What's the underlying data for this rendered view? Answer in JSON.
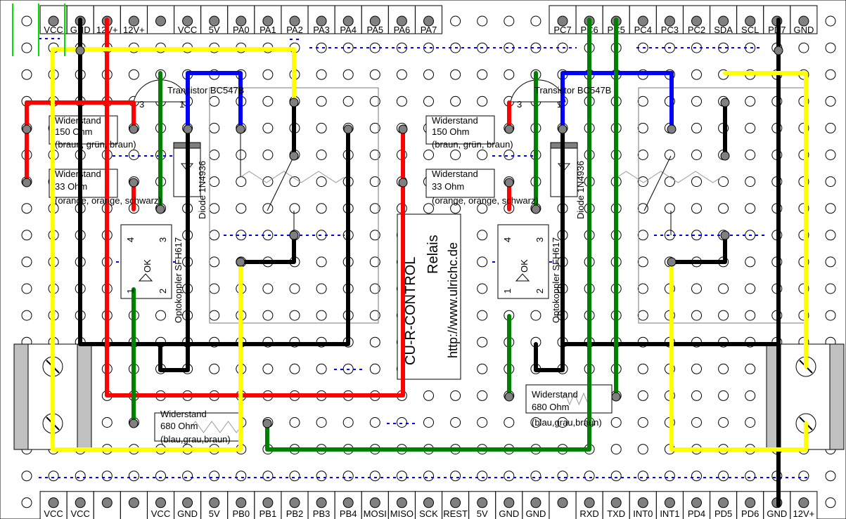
{
  "board": {
    "top_pins_left": [
      "VCC",
      "GND",
      "12V+",
      "12V+",
      "",
      "VCC",
      "5V",
      "PA0",
      "PA1",
      "PA2",
      "PA3",
      "PA4",
      "PA5",
      "PA6",
      "PA7"
    ],
    "top_pins_right": [
      "PC7",
      "PC6",
      "PC5",
      "PC4",
      "PC3",
      "PC2",
      "SDA",
      "SCL",
      "PD7",
      "GND"
    ],
    "bottom_pins": [
      "VCC",
      "VCC",
      "",
      "",
      "VCC",
      "GND",
      "5V",
      "PB0",
      "PB1",
      "PB2",
      "PB3",
      "PB4",
      "MOSI",
      "MISO",
      "SCK",
      "REST",
      "5V",
      "GND",
      "GND",
      "",
      "RXD",
      "TXD",
      "INT0",
      "INT1",
      "PD4",
      "PD5",
      "PD6",
      "GND",
      "12V+"
    ]
  },
  "components": {
    "left": {
      "resistor1": [
        "Widerstand",
        "150 Ohm",
        "(braun, grün, braun)"
      ],
      "resistor2": [
        "Widerstand",
        "33 Ohm",
        "(orange, orange, schwarz)"
      ],
      "resistor3": [
        "Widerstand",
        "680 Ohm",
        "(blau,grau,braun)"
      ],
      "transistor": "Transistor BC547B",
      "pin3": "3",
      "pin1": "1",
      "diode": "Diode 1N4936",
      "optocoupler": "Optokoppler SFH617",
      "ok": "OK",
      "pin4": "4",
      "pin3b": "3",
      "pin1b": "1",
      "pin2": "2"
    },
    "right": {
      "resistor1": [
        "Widerstand",
        "150 Ohm",
        "(braun, grün, braun)"
      ],
      "resistor2": [
        "Widerstand",
        "33 Ohm",
        "(orange, orange, schwarz)"
      ],
      "resistor3": [
        "Widerstand",
        "680 Ohm",
        "(blau,grau,braun)"
      ],
      "transistor": "Transistor BC547B",
      "pin3": "3",
      "pin1": "1",
      "diode": "Diode 1N4936",
      "optocoupler": "Optokoppler SFH617",
      "ok": "OK",
      "pin4": "4",
      "pin3b": "3",
      "pin1b": "1",
      "pin2": "2"
    }
  },
  "center_label": {
    "line1": "CU-R-CONTROL",
    "line2": "Relais",
    "line3": "http://www.ulrichc.de"
  },
  "colors": {
    "red": "#ff0000",
    "black": "#000000",
    "yellow": "#ffff00",
    "green": "#008000",
    "blue": "#0000ff",
    "lime": "#00e000",
    "node": "#808080",
    "terminal": "#c0c0c0"
  }
}
